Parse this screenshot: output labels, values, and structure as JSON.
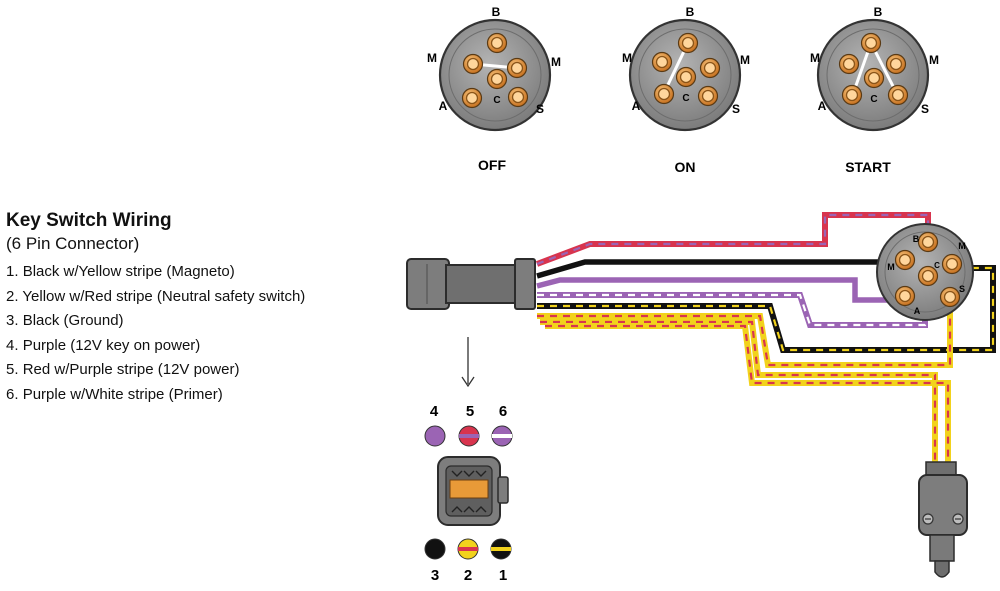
{
  "title": "Key Switch Wiring",
  "subtitle": "(6 Pin Connector)",
  "wires": [
    {
      "number": "1.",
      "description": "Black w/Yellow stripe (Magneto)"
    },
    {
      "number": "2.",
      "description": "Yellow w/Red stripe (Neutral safety switch)"
    },
    {
      "number": "3.",
      "description": "Black (Ground)"
    },
    {
      "number": "4.",
      "description": "Purple (12V key on power)"
    },
    {
      "number": "5.",
      "description": "Red w/Purple stripe (12V power)"
    },
    {
      "number": "6.",
      "description": "Purple w/White stripe (Primer)"
    }
  ],
  "positions": [
    {
      "label": "OFF"
    },
    {
      "label": "ON"
    },
    {
      "label": "START"
    }
  ],
  "pin_letters": {
    "b": "B",
    "m": "M",
    "a": "A",
    "c": "C",
    "s": "S"
  },
  "connector_pins_top": [
    "4",
    "5",
    "6"
  ],
  "connector_pins_bottom": [
    "3",
    "2",
    "1"
  ],
  "colors": {
    "black": "#111111",
    "yellow": "#f2d21c",
    "red": "#d8344e",
    "purple": "#9b64b4",
    "white": "#ffffff",
    "orange_pin": "#e89a38",
    "switch_face": "#8e8e8e",
    "connector_gray": "#7d7d7d"
  }
}
